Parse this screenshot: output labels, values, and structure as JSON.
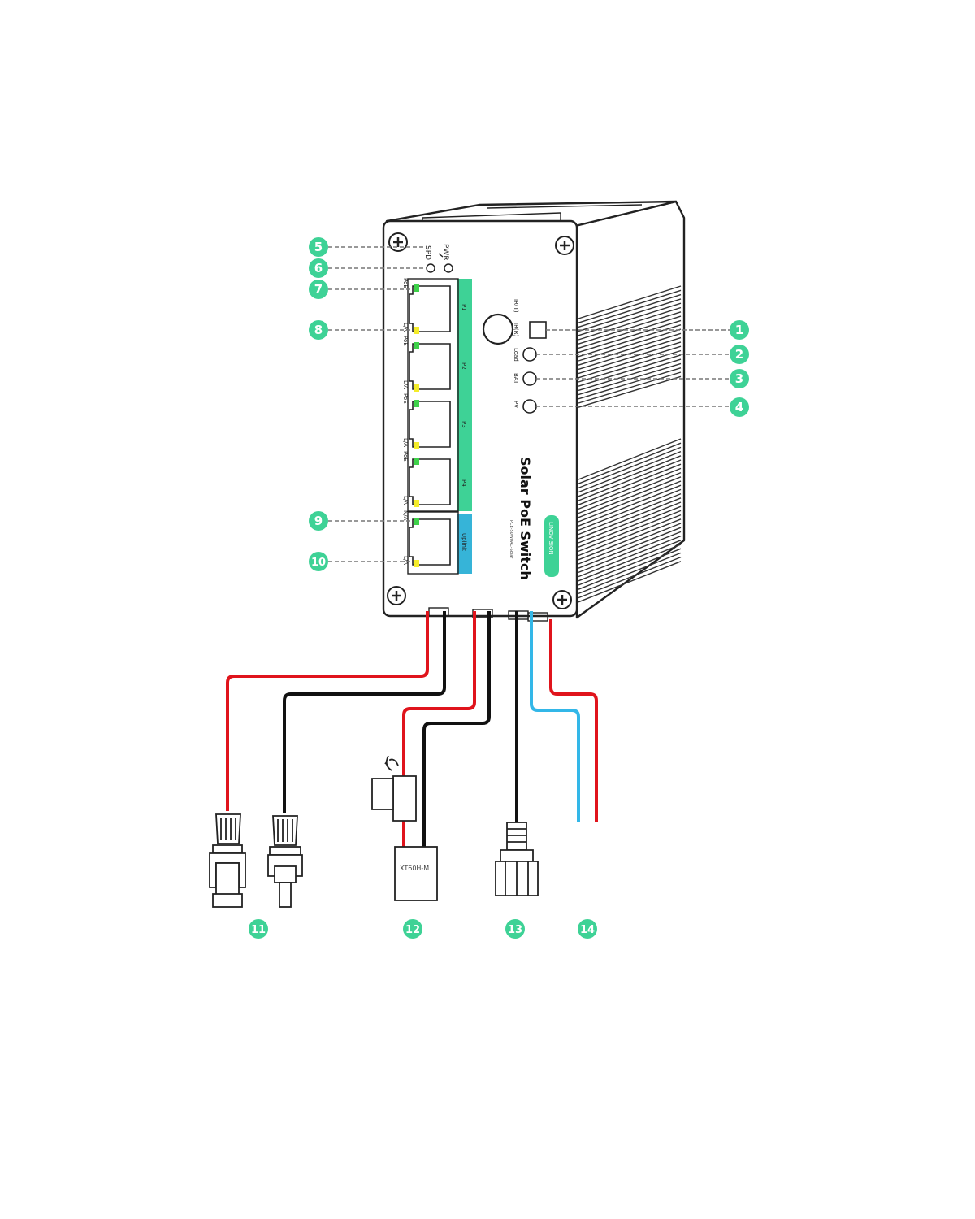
{
  "colors": {
    "callout": "#3ed296",
    "port_band": "#3ed296",
    "uplink_band": "#36b4d8",
    "brand_badge": "#3ed296",
    "wire_red": "#e0141c",
    "wire_black": "#111111",
    "wire_blue": "#33b7e8",
    "led_green": "#3ed24a",
    "led_yellow": "#f4ec2a"
  },
  "device": {
    "title": "Solar PoE Switch",
    "model": "PCE-S0W0AC-Solar",
    "brand": "LINOVISION",
    "labels": {
      "pwr": "PWR",
      "spd": "SPD",
      "ir_t": "IR(T)",
      "ir_r": "IR(R)",
      "load": "Load",
      "bat": "BAT",
      "pv": "PV",
      "poe": "PoE",
      "la": "L/A",
      "na": "N/A",
      "uplink": "Uplink"
    },
    "ports": [
      "P1",
      "P2",
      "P3",
      "P4"
    ]
  },
  "callouts": {
    "c1": "1",
    "c2": "2",
    "c3": "3",
    "c4": "4",
    "c5": "5",
    "c6": "6",
    "c7": "7",
    "c8": "8",
    "c9": "9",
    "c10": "10",
    "c11": "11",
    "c12": "12",
    "c13": "13",
    "c14": "14"
  },
  "connectors": {
    "xt60": "XT60H-M"
  }
}
